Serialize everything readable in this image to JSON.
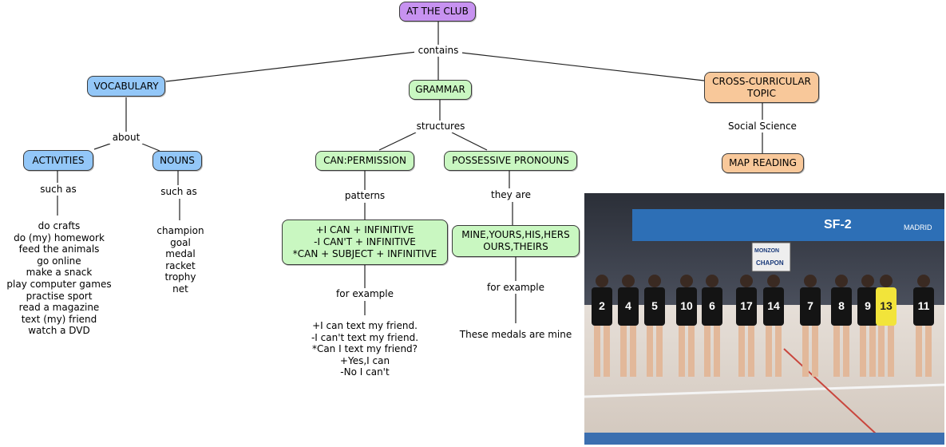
{
  "root": "AT THE CLUB",
  "links": {
    "contains": "contains",
    "about": "about",
    "structures": "structures",
    "social_science": "Social Science",
    "such_as_1": "such as",
    "such_as_2": "such as",
    "patterns": "patterns",
    "they_are": "they are",
    "for_example_1": "for example",
    "for_example_2": "for example"
  },
  "nodes": {
    "vocabulary": "VOCABULARY",
    "grammar": "GRAMMAR",
    "cross_curricular_line1": "CROSS-CURRICULAR",
    "cross_curricular_line2": "TOPIC",
    "activities": "ACTIVITIES",
    "nouns": "NOUNS",
    "can_permission": "CAN:PERMISSION",
    "possessive_pronouns": "POSSESSIVE PRONOUNS",
    "map_reading": "MAP READING",
    "can_patterns": [
      "+I CAN + INFINITIVE",
      "-I CAN'T + INFINITIVE",
      "*CAN + SUBJECT + INFINITIVE"
    ],
    "pronouns_list": [
      "MINE,YOURS,HIS,HERS",
      "OURS,THEIRS"
    ]
  },
  "activities_list": [
    "do crafts",
    "do (my) homework",
    "feed the animals",
    "go online",
    "make a snack",
    "play computer games",
    "practise sport",
    "read a magazine",
    "text (my) friend",
    "watch a DVD"
  ],
  "nouns_list": [
    "champion",
    "goal",
    "medal",
    "racket",
    "trophy",
    "net"
  ],
  "can_examples": [
    "+I can text my friend.",
    "-I can't text my friend.",
    "*Can I text my friend?",
    "+Yes,I can",
    "-No I can't"
  ],
  "pronoun_example": "These medals are mine",
  "photo": {
    "banner_sponsor": "SF-2",
    "banner_city": "MADRID",
    "sign_line1": "MONZON",
    "sign_line2": "CHAPON",
    "jersey_numbers": [
      "2",
      "4",
      "5",
      "10",
      "6",
      "17",
      "14",
      "7",
      "8",
      "9",
      "13",
      "11"
    ]
  },
  "colors": {
    "purple": "#c792f0",
    "blue": "#93c7f8",
    "green": "#c9f7c1",
    "orange": "#f8c89a",
    "court": "#dcd4cd",
    "jersey": "#141414",
    "goalkeeper": "#f2e43a"
  }
}
